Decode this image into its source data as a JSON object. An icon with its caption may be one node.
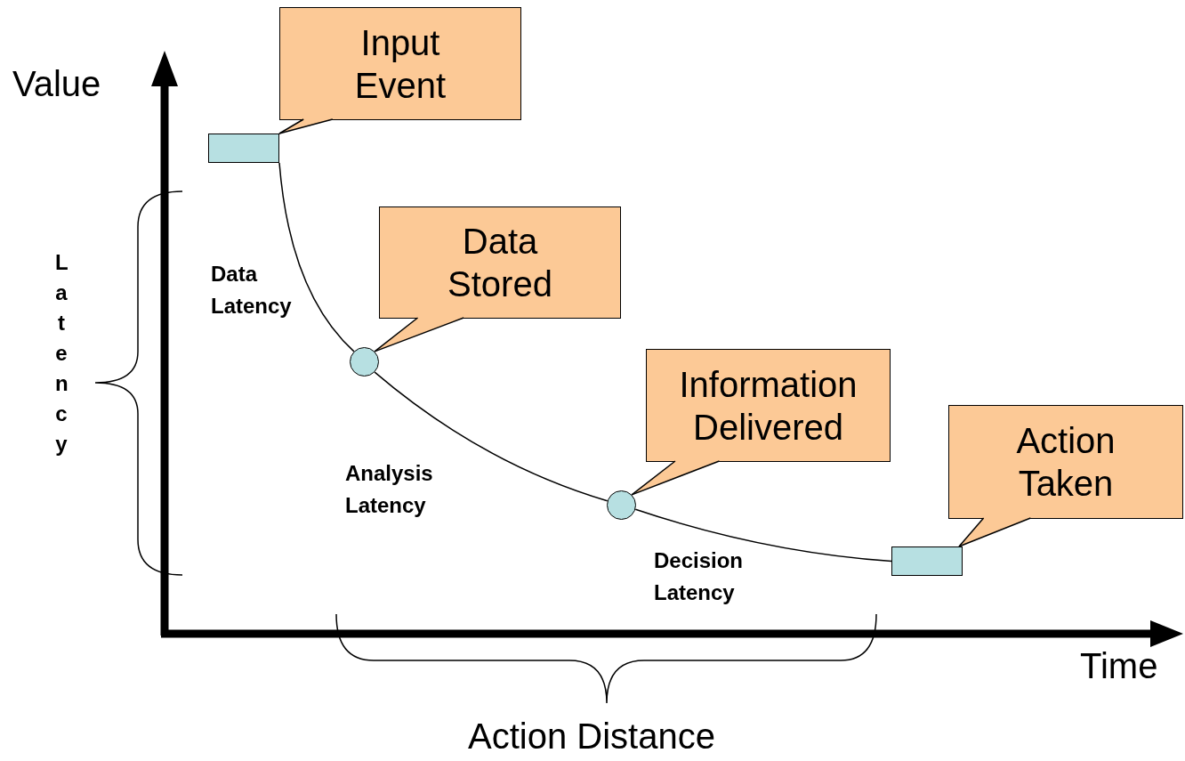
{
  "diagram": {
    "nodes": [
      {
        "text": [
          "Input Event"
        ]
      },
      {
        "text": [],
        "shape": "box"
      },
      {
        "text": [
          "Data Stored"
        ]
      },
      {
        "text": [],
        "shape": "circle"
      },
      {
        "text": [
          "Information Delivered"
        ]
      },
      {
        "text": [],
        "shape": "circle"
      },
      {
        "text": [
          "Action Taken"
        ]
      },
      {
        "text": [],
        "shape": "box"
      }
    ],
    "edges": [
      {
        "from": 0,
        "to": 1,
        "arrow": "none"
      },
      {
        "from": 1,
        "to": 3,
        "arrow": "none",
        "label": "Data Latency"
      },
      {
        "from": 2,
        "to": 3,
        "arrow": "none"
      },
      {
        "from": 3,
        "to": 5,
        "arrow": "none",
        "label": "Analysis Latency"
      },
      {
        "from": 4,
        "to": 5,
        "arrow": "none"
      },
      {
        "from": 5,
        "to": 7,
        "arrow": "none",
        "label": "Decision Latency"
      },
      {
        "from": 6,
        "to": 7,
        "arrow": "none"
      }
    ],
    "labels": [
      "Value",
      "Latency",
      "Time",
      "Action Distance"
    ]
  }
}
